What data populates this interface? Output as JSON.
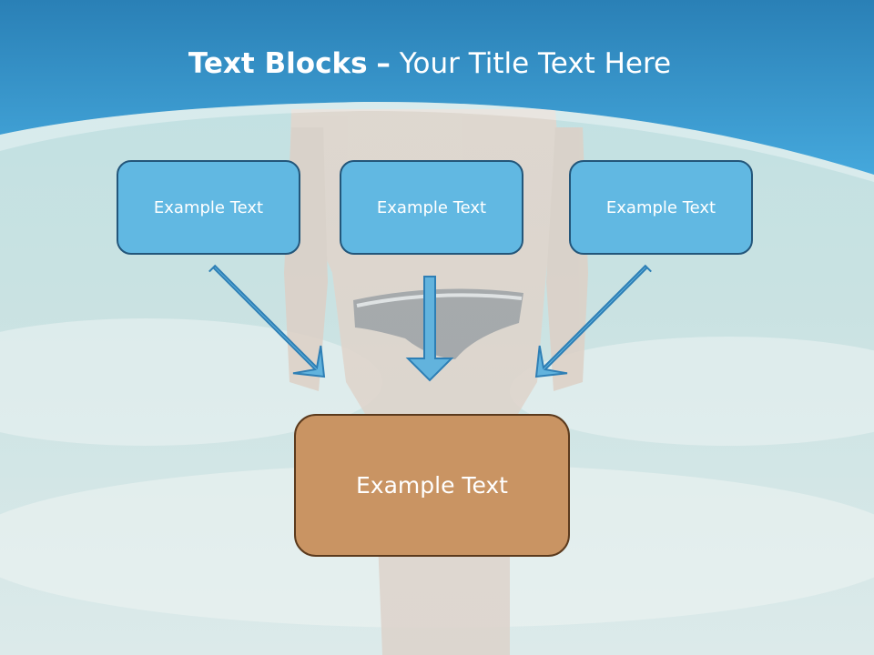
{
  "title": {
    "bold": "Text Blocks",
    "dash": "–",
    "rest": "Your Title Text Here"
  },
  "boxes": {
    "top_left": "Example Text",
    "top_center": "Example Text",
    "top_right": "Example Text",
    "bottom": "Example Text"
  },
  "colors": {
    "header_blue": "#2f8fc6",
    "box_blue": "#61b8e2",
    "box_brown": "#c99463",
    "arrow_fill": "#62b3dd"
  }
}
